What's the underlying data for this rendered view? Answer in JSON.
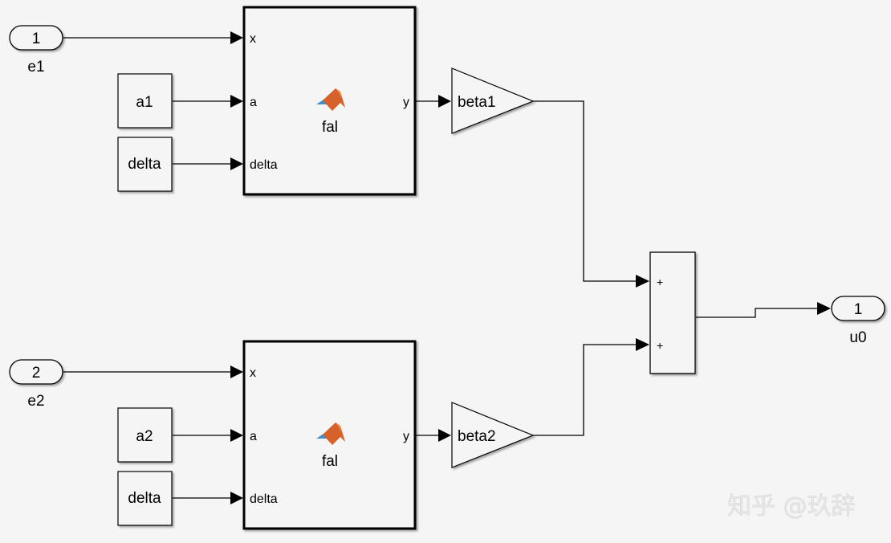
{
  "diagram": {
    "type": "simulink-subsystem",
    "inports": [
      {
        "number": "1",
        "name": "e1"
      },
      {
        "number": "2",
        "name": "e2"
      }
    ],
    "outport": {
      "number": "1",
      "name": "u0"
    },
    "constants": [
      {
        "label": "a1"
      },
      {
        "label": "delta"
      },
      {
        "label": "a2"
      },
      {
        "label": "delta"
      }
    ],
    "function_blocks": [
      {
        "name": "fal",
        "inputs": [
          "x",
          "a",
          "delta"
        ],
        "output": "y",
        "icon": "matlab-logo-icon"
      },
      {
        "name": "fal",
        "inputs": [
          "x",
          "a",
          "delta"
        ],
        "output": "y",
        "icon": "matlab-logo-icon"
      }
    ],
    "gains": [
      {
        "label": "beta1"
      },
      {
        "label": "beta2"
      }
    ],
    "sum": {
      "signs": [
        "+",
        "+"
      ]
    },
    "colors": {
      "background": "#f5f5f5",
      "matlab_orange": "#d4622a",
      "matlab_blue": "#3f8fc9"
    }
  },
  "watermark": "知乎 @玖辞"
}
